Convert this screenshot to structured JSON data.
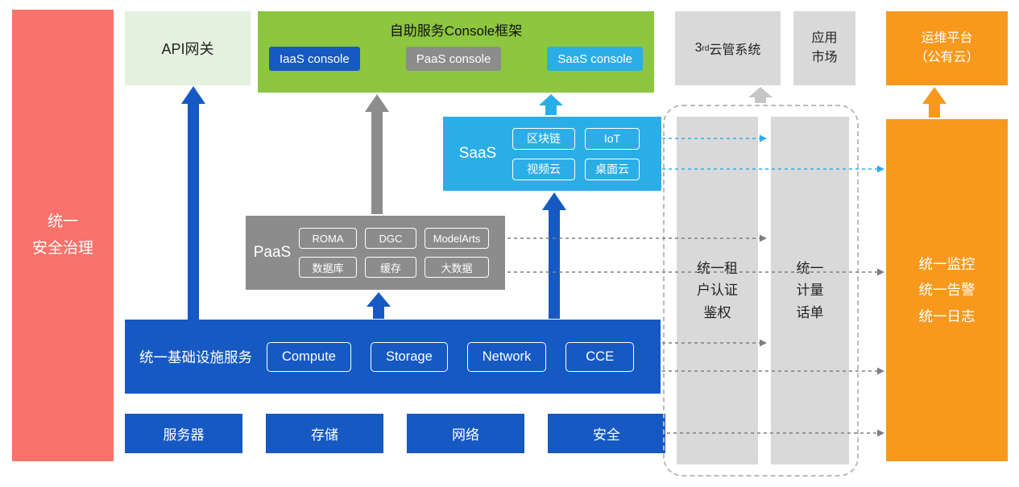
{
  "palette": {
    "red": "#F9726B",
    "light_green": "#E3F1DE",
    "green": "#8DC63F",
    "blue": "#1659C2",
    "cyan": "#2BAEE8",
    "gray": "#8C8C8C",
    "light_gray": "#D9D9D9",
    "orange": "#F8991D"
  },
  "security_bar": {
    "label": "统一\n安全治理"
  },
  "api_gateway": {
    "label": "API网关"
  },
  "console_frame": {
    "title": "自助服务Console框架",
    "consoles": [
      {
        "label": "IaaS console"
      },
      {
        "label": "PaaS console"
      },
      {
        "label": "SaaS console"
      }
    ]
  },
  "third_party_cloud": {
    "number": "3",
    "superscript": "rd",
    "text": "云管系统"
  },
  "app_market": {
    "label": "应用\n市场"
  },
  "ops_platform": {
    "label": "运维平台\n（公有云）"
  },
  "saas": {
    "label": "SaaS",
    "items": [
      "区块链",
      "IoT",
      "视频云",
      "桌面云"
    ]
  },
  "paas": {
    "label": "PaaS",
    "items": [
      "ROMA",
      "DGC",
      "ModelArts",
      "数据库",
      "缓存",
      "大数据"
    ]
  },
  "iaas": {
    "label": "统一基础设施服务",
    "items": [
      "Compute",
      "Storage",
      "Network",
      "CCE"
    ]
  },
  "hardware": {
    "items": [
      "服务器",
      "存储",
      "网络",
      "安全"
    ]
  },
  "auth_column": {
    "label": "统一租\n户认证\n鉴权"
  },
  "billing_column": {
    "label": "统一\n计量\n话单"
  },
  "monitor": {
    "lines": [
      "统一监控",
      "统一告警",
      "统一日志"
    ]
  }
}
